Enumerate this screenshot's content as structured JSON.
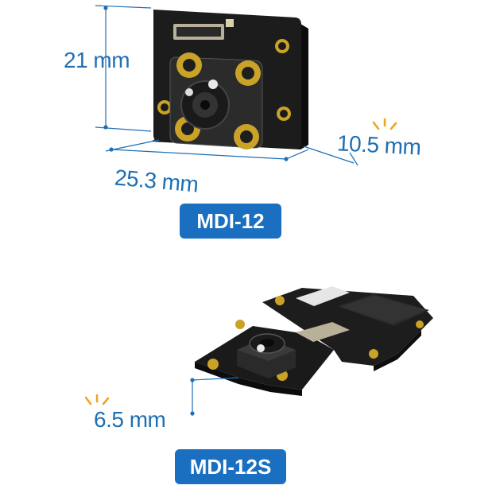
{
  "product_1": {
    "name": "MDI-12",
    "height_dim": "21 mm",
    "width_dim": "25.3 mm",
    "depth_dim": "10.5 mm"
  },
  "product_2": {
    "name": "MDI-12S",
    "depth_dim": "6.5 mm"
  },
  "colors": {
    "accent": "#1a6fc0",
    "dim_text": "#1e6fb4",
    "spark": "#f0a21a",
    "pcb": "#1a1a1a",
    "gold": "#c9a227"
  }
}
